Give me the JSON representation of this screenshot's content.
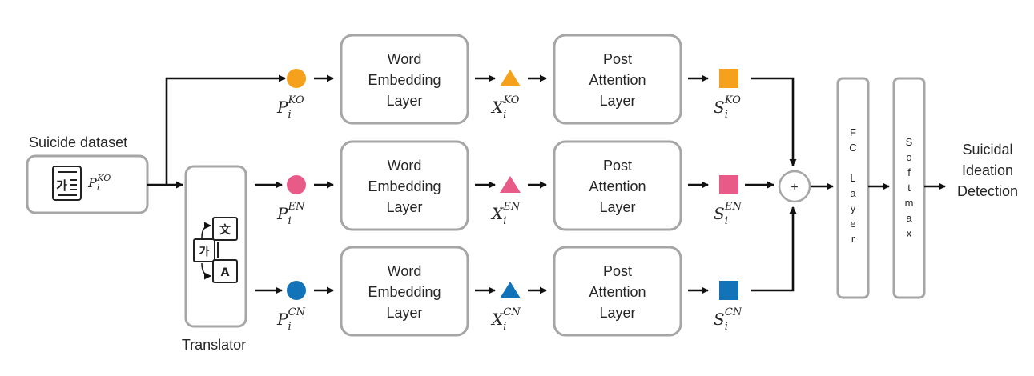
{
  "diagram": {
    "input": {
      "label": "Suicide dataset",
      "icon": "korean-document-icon",
      "icon_char": "가",
      "var_base": "P",
      "var_sub": "i",
      "var_sup": "KO"
    },
    "translator": {
      "label": "Translator",
      "icon": "translate-icon",
      "glyph_source": "가",
      "glyph_target_top": "文",
      "glyph_target_bottom": "A"
    },
    "branches": [
      {
        "lang": "KO",
        "color": "#f5a11b",
        "p": {
          "base": "P",
          "sub": "i",
          "sup": "KO"
        },
        "x": {
          "base": "X",
          "sub": "i",
          "sup": "KO"
        },
        "s": {
          "base": "S",
          "sub": "i",
          "sup": "KO"
        }
      },
      {
        "lang": "EN",
        "color": "#e85a87",
        "p": {
          "base": "P",
          "sub": "i",
          "sup": "EN"
        },
        "x": {
          "base": "X",
          "sub": "i",
          "sup": "EN"
        },
        "s": {
          "base": "S",
          "sub": "i",
          "sup": "EN"
        }
      },
      {
        "lang": "CN",
        "color": "#1273b8",
        "p": {
          "base": "P",
          "sub": "i",
          "sup": "CN"
        },
        "x": {
          "base": "X",
          "sub": "i",
          "sup": "CN"
        },
        "s": {
          "base": "S",
          "sub": "i",
          "sup": "CN"
        }
      }
    ],
    "embedding_label": [
      "Word",
      "Embedding",
      "Layer"
    ],
    "attention_label": [
      "Post",
      "Attention",
      "Layer"
    ],
    "sum_symbol": "+",
    "fc_label": [
      "F",
      "C",
      "",
      "L",
      "a",
      "y",
      "e",
      "r"
    ],
    "softmax_label": [
      "S",
      "o",
      "f",
      "t",
      "m",
      "a",
      "x"
    ],
    "output_label": [
      "Suicidal",
      "Ideation",
      "Detection"
    ]
  }
}
